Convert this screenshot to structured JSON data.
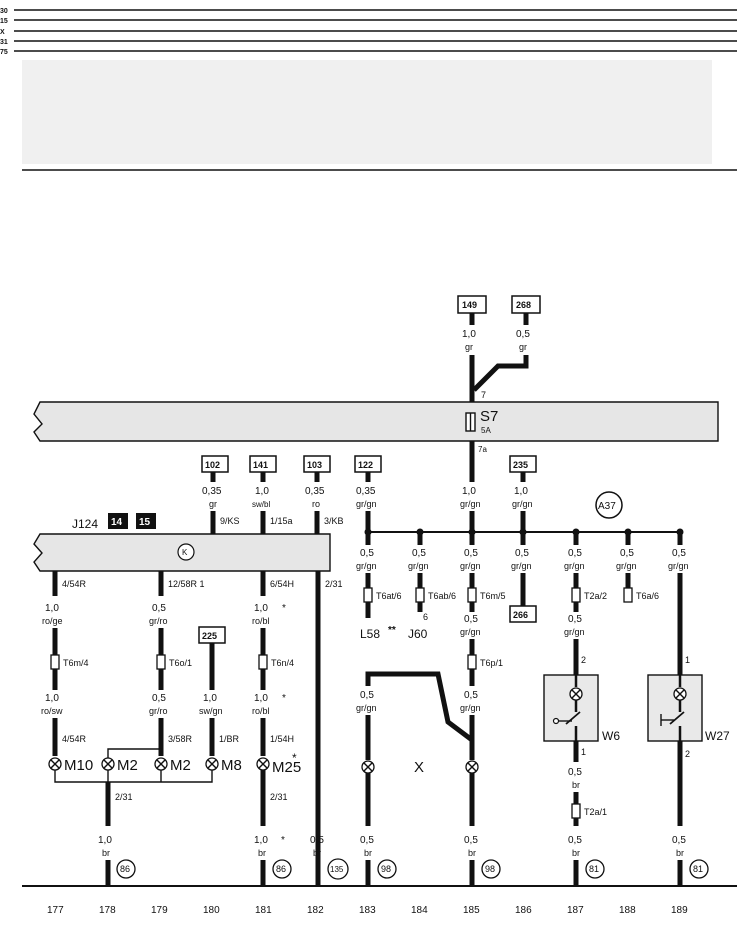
{
  "rails": [
    "30",
    "15",
    "X",
    "31",
    "75"
  ],
  "fuse": {
    "label": "S7",
    "rating": "5A",
    "in": "7",
    "out": "7a"
  },
  "top_refs": [
    {
      "ref": "149",
      "size": "1,0",
      "color": "gr"
    },
    {
      "ref": "268",
      "size": "0,5",
      "color": "gr"
    }
  ],
  "module": {
    "label": "J124",
    "badges": [
      "14",
      "15"
    ],
    "circle": "K"
  },
  "inputs": [
    {
      "ref": "102",
      "size": "0,35",
      "color": "gr",
      "pin": "9/KS"
    },
    {
      "ref": "141",
      "size": "1,0",
      "color": "sw/bl",
      "pin": "1/15a"
    },
    {
      "ref": "103",
      "size": "0,35",
      "color": "ro",
      "pin": "3/KB"
    },
    {
      "ref": "122",
      "size": "0,35",
      "color": "gr/gn"
    },
    {
      "ref": "235",
      "size": "1,0",
      "color": "gr/gn"
    }
  ],
  "fuse_out": {
    "size": "1,0",
    "color": "gr/gn"
  },
  "circle_a": "A37",
  "motors": {
    "pins_top": [
      "4/54R",
      "12/58R 1",
      "6/54H",
      "2/31"
    ],
    "c1": [
      {
        "size": "1,0",
        "color": "ro/ge"
      },
      {
        "size": "0,5",
        "color": "gr/ro"
      },
      {
        "size": "1,0",
        "color": "ro/bl",
        "star": "*"
      }
    ],
    "conns": [
      "T6m/4",
      "T6o/1",
      "T6n/4"
    ],
    "c2": [
      {
        "size": "1,0",
        "color": "ro/sw"
      },
      {
        "size": "0,5",
        "color": "gr/ro"
      },
      {
        "size": "1,0",
        "color": "sw/gn"
      },
      {
        "size": "1,0",
        "color": "ro/bl",
        "star": "*"
      }
    ],
    "ref225": "225",
    "pins_bottom": [
      "4/54R",
      "3/58R",
      "1/BR",
      "1/54H"
    ],
    "labels": [
      "M10",
      "M2",
      "M2",
      "M8",
      "M25",
      "*"
    ],
    "pin231": [
      "2/31",
      "2/31"
    ],
    "bottom": [
      {
        "size": "1,0",
        "color": "br",
        "ref": "86"
      },
      {
        "size": "1,0",
        "color": "br",
        "star": "*",
        "ref": "86"
      },
      {
        "size": "0,5",
        "color": "br",
        "ref": "135"
      }
    ]
  },
  "bus": {
    "taps": [
      {
        "size": "0,5",
        "color": "gr/gn",
        "conn": "T6at/6"
      },
      {
        "size": "0,5",
        "color": "gr/gn",
        "conn": "T6ab/6"
      },
      {
        "size": "0,5",
        "color": "gr/gn",
        "conn": "T6m/5"
      },
      {
        "size": "0,5",
        "color": "gr/gn"
      },
      {
        "size": "0,5",
        "color": "gr/gn",
        "conn": "T2a/2"
      },
      {
        "size": "0,5",
        "color": "gr/gn",
        "conn": "T6a/6"
      },
      {
        "size": "0,5",
        "color": "gr/gn"
      }
    ],
    "l58": "L58",
    "stars": "**",
    "j60": "J60",
    "pin6": "6",
    "ref266": "266"
  },
  "lamps": {
    "c185a": {
      "size": "0,5",
      "color": "gr/gn",
      "conn": "T6p/1"
    },
    "c185b": {
      "size": "0,5",
      "color": "gr/gn"
    },
    "c183": {
      "size": "0,5",
      "color": "gr/gn"
    },
    "x": "X",
    "bottom": [
      {
        "size": "0,5",
        "color": "br",
        "ref": "98"
      },
      {
        "size": "0,5",
        "color": "br",
        "ref": "98"
      }
    ]
  },
  "switches": {
    "w6": "W6",
    "w27": "W27",
    "w6_c1": {
      "size": "0,5",
      "color": "gr/gn"
    },
    "w6_pins": [
      "2",
      "1"
    ],
    "w27_pins": [
      "1",
      "2"
    ],
    "w6_c2": {
      "size": "0,5",
      "color": "br",
      "conn": "T2a/1"
    },
    "bottom": [
      {
        "size": "0,5",
        "color": "br",
        "ref": "81"
      },
      {
        "size": "0,5",
        "color": "br",
        "ref": "81"
      }
    ]
  },
  "columns": [
    "177",
    "178",
    "179",
    "180",
    "181",
    "182",
    "183",
    "184",
    "185",
    "186",
    "187",
    "188",
    "189"
  ]
}
